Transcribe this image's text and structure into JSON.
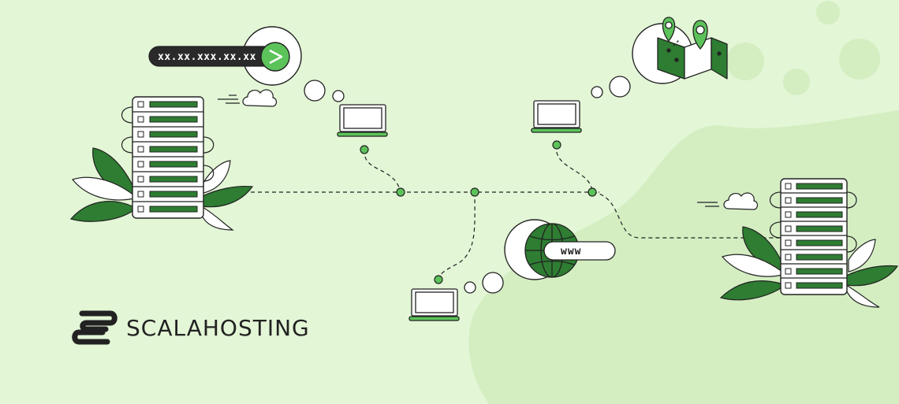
{
  "ip_label": "xx.xx.xxx.xx.xx",
  "www_label": "www",
  "brand": {
    "name": "SCALAHOSTING"
  },
  "icons": [
    "server-icon",
    "laptop-icon",
    "globe-icon",
    "map-icon",
    "location-pin-icon",
    "cloud-icon",
    "arrow-right-icon",
    "leaf-icon",
    "scalahosting-logo-icon"
  ],
  "colors": {
    "background": "#e3f6d6",
    "accent": "#2e7d32",
    "node": "#5cc35a",
    "outline": "#222222"
  }
}
